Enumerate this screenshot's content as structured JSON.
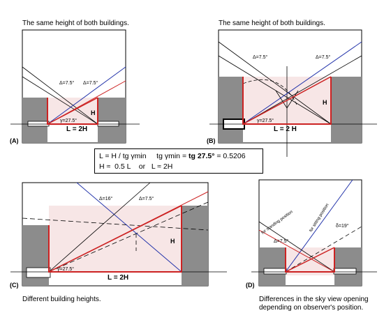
{
  "panels": {
    "a": {
      "caption": "The same height of both buildings.",
      "letter": "(A)",
      "delta_left": "Δ=7.5°",
      "delta_right": "Δ=7.5°",
      "gamma": "γ=27.5°",
      "height": "H",
      "width": "L = 2H"
    },
    "b": {
      "caption": "The same height of both buildings.",
      "letter": "(B)",
      "delta_left": "Δ=7.5°",
      "delta_right": "Δ=7.5°",
      "gamma": "γ=27.5°",
      "height": "H",
      "width": "L = 2 H"
    },
    "c": {
      "caption": "Different building heights.",
      "letter": "(C)",
      "delta_left": "Δ=16°",
      "delta_right": "Δ=7.5°",
      "gamma": "γ=27.5°",
      "height": "H",
      "width": "L = 2H"
    },
    "d": {
      "caption_line1": "Differences in the sky view opening",
      "caption_line2": "depending on observer's position.",
      "letter": "(D)",
      "standing": "for standing position",
      "sitting": "for sitting position",
      "delta_left": "Δ=7.5°",
      "delta_right": "δ=19°"
    }
  },
  "formula": {
    "line1_a": "L = H / tg γmin     tg γmin = ",
    "line1_bold": "tg 27.5°",
    "line1_b": " = 0.5206",
    "line2": "H ≈  0.5 L    or   L ≈ 2H"
  },
  "colors": {
    "building": "#8c8c8c",
    "red": "#cc2222",
    "blue": "#2233aa",
    "pink": "#f7e6e6",
    "window": "#ffffff"
  }
}
